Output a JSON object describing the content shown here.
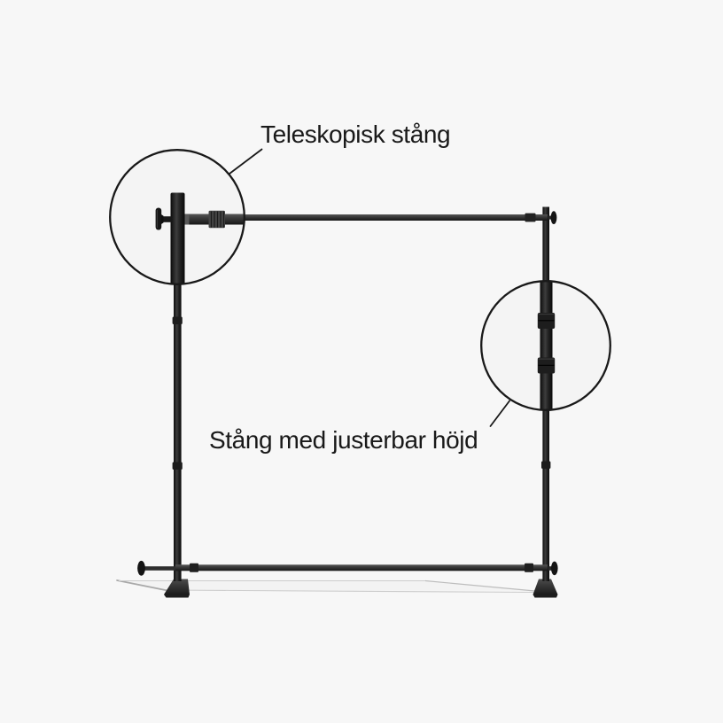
{
  "colors": {
    "background": "#f7f7f7",
    "ink": "#191919",
    "bar_gray": "#3b3b3b",
    "detail_circle_fill": "#f4f4f4",
    "shadow_line": "#c3c3c3",
    "pole_black": "#141414"
  },
  "illustration": {
    "name": "clothes-rack-frame-diagram"
  },
  "annotations": {
    "telescopic_rod": {
      "label": "Teleskopisk stång"
    },
    "adjustable_height_rod": {
      "label": "Stång med justerbar höjd"
    }
  }
}
